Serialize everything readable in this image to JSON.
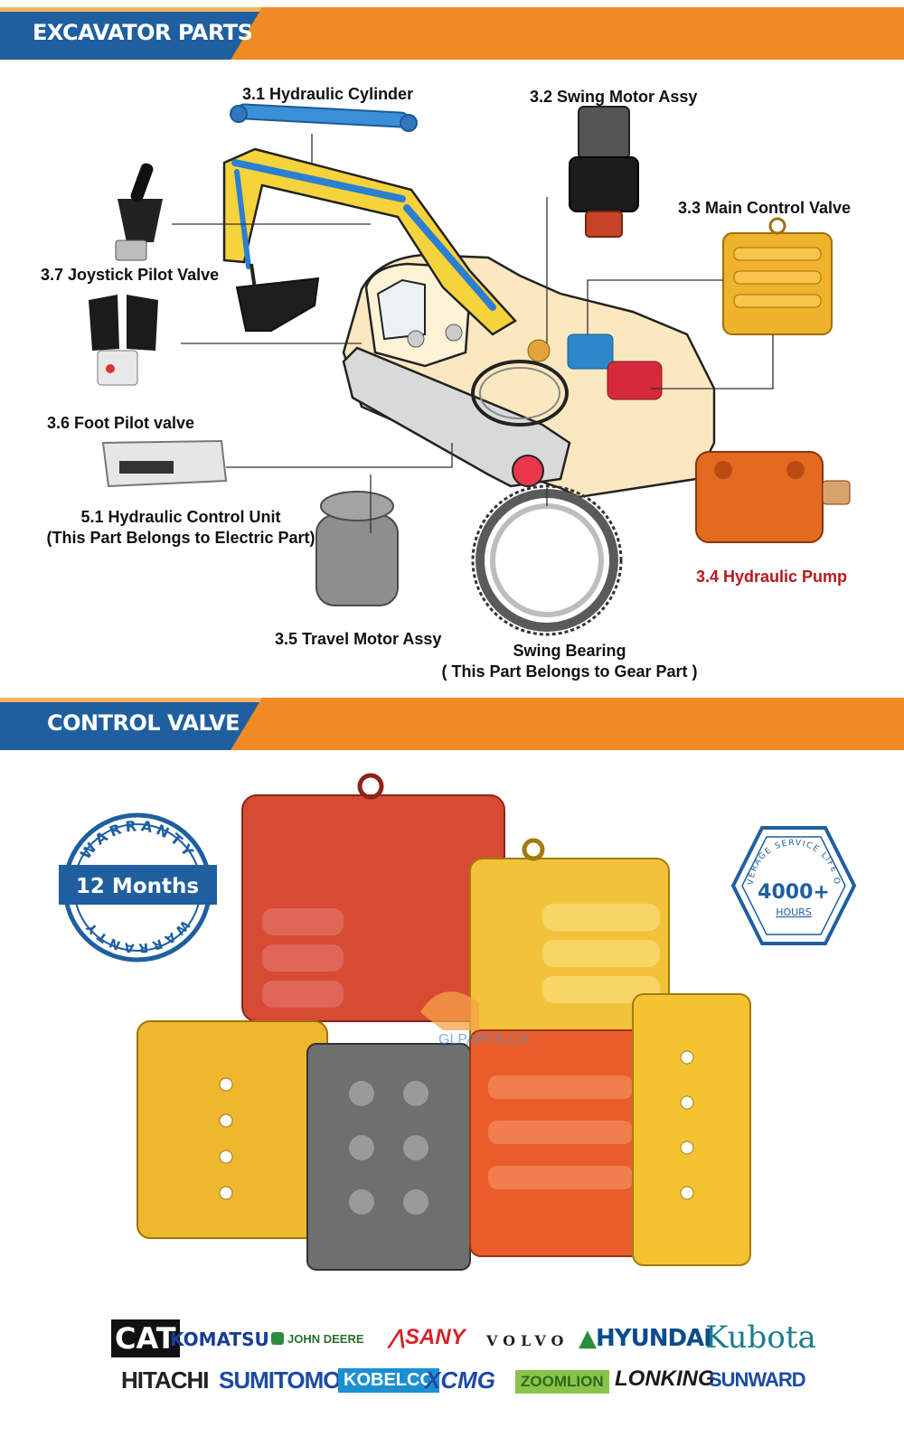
{
  "section1": {
    "title": "EXCAVATOR PARTS",
    "parts": {
      "hydraulic_cylinder": "3.1 Hydraulic Cylinder",
      "swing_motor": "3.2 Swing Motor Assy",
      "main_control_valve": "3.3 Main Control Valve",
      "joystick_pilot_valve": "3.7 Joystick Pilot Valve",
      "foot_pilot_valve": "3.6 Foot Pilot valve",
      "hydraulic_control_unit": "5.1 Hydraulic Control Unit",
      "hydraulic_control_unit_note": "(This Part Belongs to Electric Part)",
      "travel_motor": "3.5 Travel Motor Assy",
      "swing_bearing": "Swing Bearing",
      "swing_bearing_note": "( This Part Belongs to Gear Part )",
      "hydraulic_pump": "3.4 Hydraulic Pump"
    }
  },
  "section2": {
    "title": "CONTROL VALVE",
    "warranty": {
      "arc_text": "WARRANTY",
      "value": "12 Months"
    },
    "service_life": {
      "arc_text": "AVERAGE SERVICE LIFE OF",
      "value": "4000+",
      "unit": "HOURS"
    },
    "watermark": "GLPARTS.CN",
    "brands_row1": [
      "CAT",
      "KOMATSU",
      "JOHN DEERE",
      "SANY",
      "VOLVO",
      "HYUNDAI",
      "Kubota"
    ],
    "brands_row2": [
      "HITACHI",
      "SUMITOMO",
      "KOBELCO",
      "XCMG",
      "ZOOMLION",
      "LONKING",
      "SUNWARD"
    ]
  },
  "colors": {
    "orange": "#f08a24",
    "blue": "#1f5fa0",
    "red_label": "#b8181a"
  }
}
